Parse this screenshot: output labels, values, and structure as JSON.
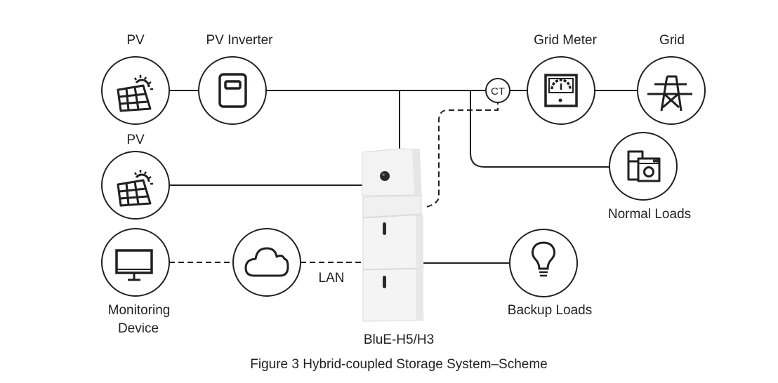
{
  "figure": {
    "caption": "Figure 3 Hybrid-coupled Storage System–Scheme",
    "colors": {
      "line": "#231f20",
      "background": "#ffffff",
      "device": "#f2f2f2"
    }
  },
  "nodes": {
    "pv_top": {
      "label": "PV",
      "icon": "solar-panel-icon"
    },
    "pv_inverter": {
      "label": "PV Inverter",
      "icon": "inverter-icon"
    },
    "grid_meter": {
      "label": "Grid Meter",
      "icon": "meter-icon"
    },
    "grid": {
      "label": "Grid",
      "icon": "power-tower-icon"
    },
    "ct": {
      "label": "CT"
    },
    "pv_mid": {
      "label": "PV",
      "icon": "solar-panel-icon"
    },
    "normal_loads": {
      "label": "Normal Loads",
      "icon": "appliances-icon"
    },
    "monitoring": {
      "label_line1": "Monitoring",
      "label_line2": "Device",
      "icon": "monitor-icon"
    },
    "cloud": {
      "icon": "cloud-icon"
    },
    "backup_loads": {
      "label": "Backup Loads",
      "icon": "lightbulb-icon"
    },
    "storage": {
      "label": "BluE-H5/H3"
    }
  },
  "connections": {
    "lan_label": "LAN"
  }
}
